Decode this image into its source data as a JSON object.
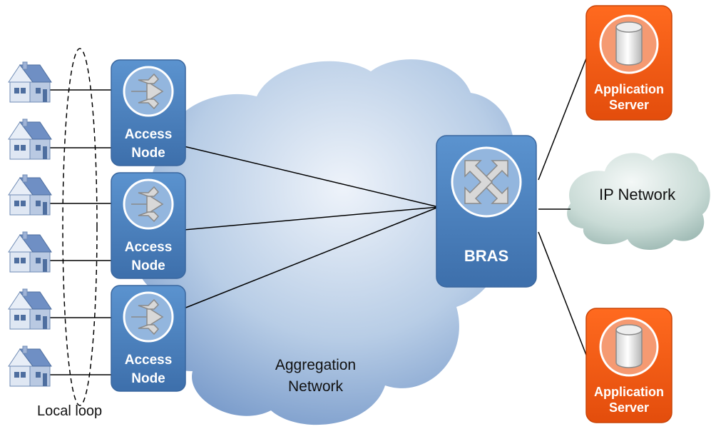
{
  "diagram": {
    "houses": [
      "house",
      "house",
      "house",
      "house",
      "house",
      "house"
    ],
    "local_loop_label": "Local loop",
    "access_nodes": [
      {
        "line1": "Access",
        "line2": "Node"
      },
      {
        "line1": "Access",
        "line2": "Node"
      },
      {
        "line1": "Access",
        "line2": "Node"
      }
    ],
    "aggregation_label_line1": "Aggregation",
    "aggregation_label_line2": "Network",
    "bras_label": "BRAS",
    "ip_network_label": "IP Network",
    "app_servers": [
      {
        "line1": "Application",
        "line2": "Server"
      },
      {
        "line1": "Application",
        "line2": "Server"
      }
    ],
    "colors": {
      "access_node": "#4b82bf",
      "bras": "#4b82bf",
      "app_server": "#f25a14",
      "aggregation_cloud": "#9fbbdc",
      "ip_cloud": "#c7dad4"
    }
  }
}
